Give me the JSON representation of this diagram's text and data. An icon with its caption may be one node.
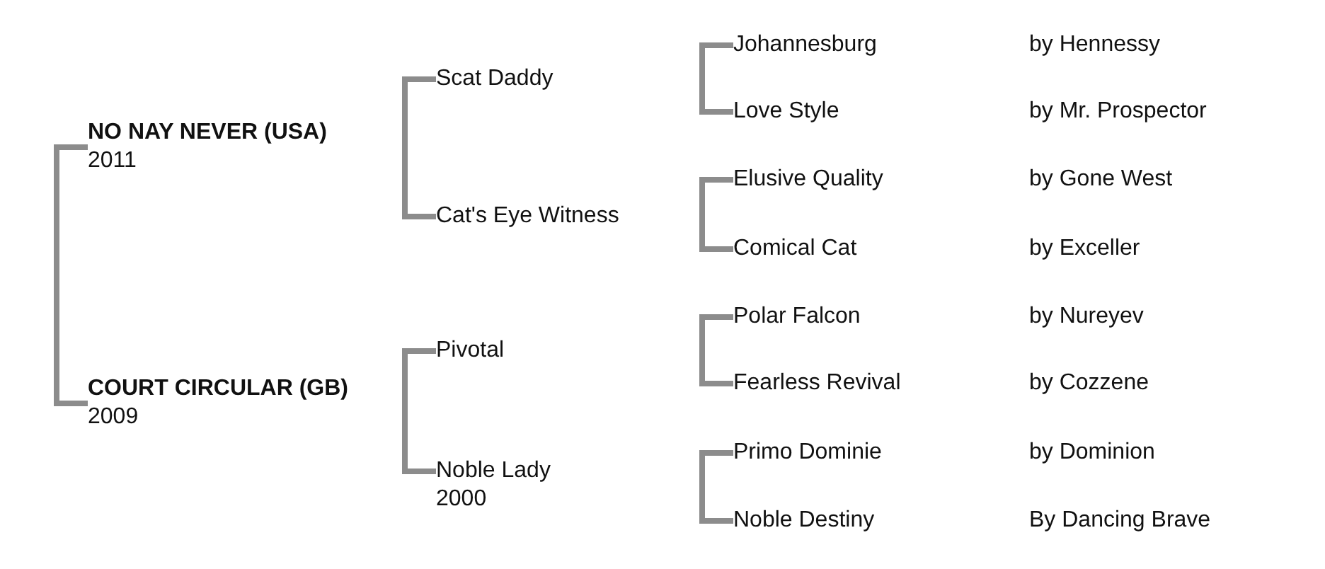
{
  "diagram": {
    "nodes": [
      {
        "text": [
          "NO NAY NEVER (USA)",
          "2011"
        ]
      },
      {
        "text": [
          "Scat Daddy"
        ]
      },
      {
        "text": [
          "Cat's Eye Witness"
        ]
      },
      {
        "text": [
          "Johannesburg"
        ]
      },
      {
        "text": [
          "Love Style"
        ]
      },
      {
        "text": [
          "Elusive Quality"
        ]
      },
      {
        "text": [
          "Comical Cat"
        ]
      },
      {
        "text": [
          "COURT CIRCULAR (GB)",
          "2009"
        ]
      },
      {
        "text": [
          "Pivotal"
        ]
      },
      {
        "text": [
          "Noble Lady",
          "2000"
        ]
      },
      {
        "text": [
          "Polar Falcon"
        ]
      },
      {
        "text": [
          "Fearless Revival"
        ]
      },
      {
        "text": [
          "Primo Dominie"
        ]
      },
      {
        "text": [
          "Noble Destiny"
        ]
      }
    ],
    "edges": [
      {
        "from": 0,
        "to": 7,
        "arrow": "none"
      },
      {
        "from": 1,
        "to": 2,
        "arrow": "none"
      },
      {
        "from": 3,
        "to": 4,
        "arrow": "none"
      },
      {
        "from": 5,
        "to": 6,
        "arrow": "none"
      },
      {
        "from": 8,
        "to": 9,
        "arrow": "none"
      },
      {
        "from": 10,
        "to": 11,
        "arrow": "none"
      },
      {
        "from": 12,
        "to": 13,
        "arrow": "none"
      }
    ],
    "labels": [
      "by Hennessy",
      "by Mr. Prospector",
      "by Gone West",
      "by Exceller",
      "by Nureyev",
      "by Cozzene",
      "by Dominion",
      "By Dancing Brave"
    ]
  }
}
